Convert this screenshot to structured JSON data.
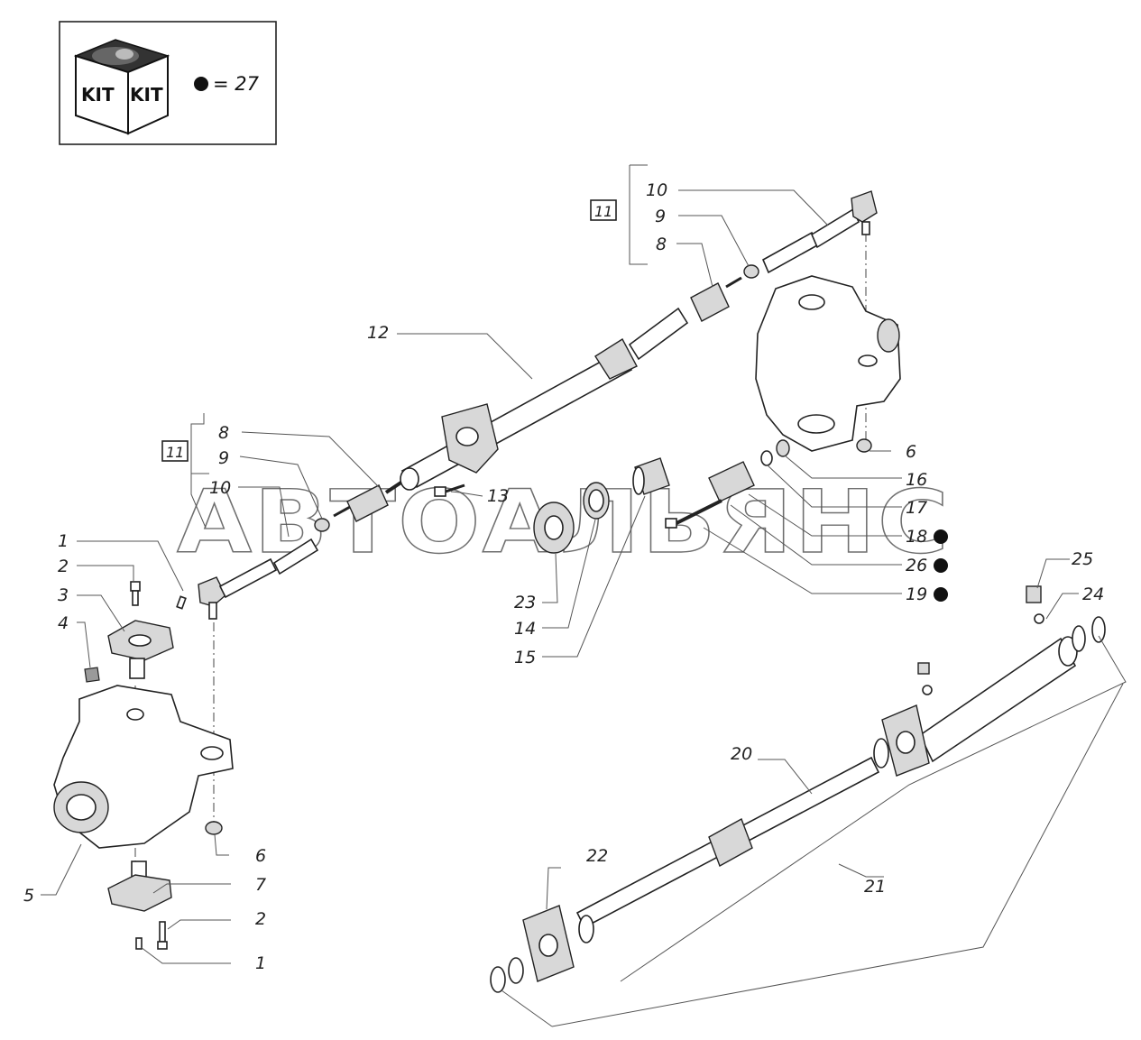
{
  "kit_box": {
    "labels": [
      "KIT",
      "KIT"
    ],
    "legend_text": "= 27",
    "legend_symbol": "filled-circle"
  },
  "watermark": "АВТОАЛЬЯНС",
  "callouts": {
    "c1_top": "1",
    "c2_top": "2",
    "c3": "3",
    "c4": "4",
    "c5": "5",
    "c6_left": "6",
    "c7": "7",
    "c2_bottom": "2",
    "c1_bottom": "1",
    "c11_left": "11",
    "c8_left": "8",
    "c9_left": "9",
    "c10_left": "10",
    "c12": "12",
    "c13": "13",
    "c11_right": "11",
    "c10_right": "10",
    "c9_right": "9",
    "c8_right": "8",
    "c6_right": "6",
    "c16": "16",
    "c17": "17",
    "c18": "18",
    "c26": "26",
    "c19": "19",
    "c23": "23",
    "c14": "14",
    "c15": "15",
    "c20": "20",
    "c21": "21",
    "c22": "22",
    "c24": "24",
    "c25": "25"
  },
  "kit_marked_items": [
    "18",
    "26",
    "19"
  ],
  "colors": {
    "line": "#222222",
    "watermark": "#6f6f6f",
    "bullet": "#111111"
  }
}
